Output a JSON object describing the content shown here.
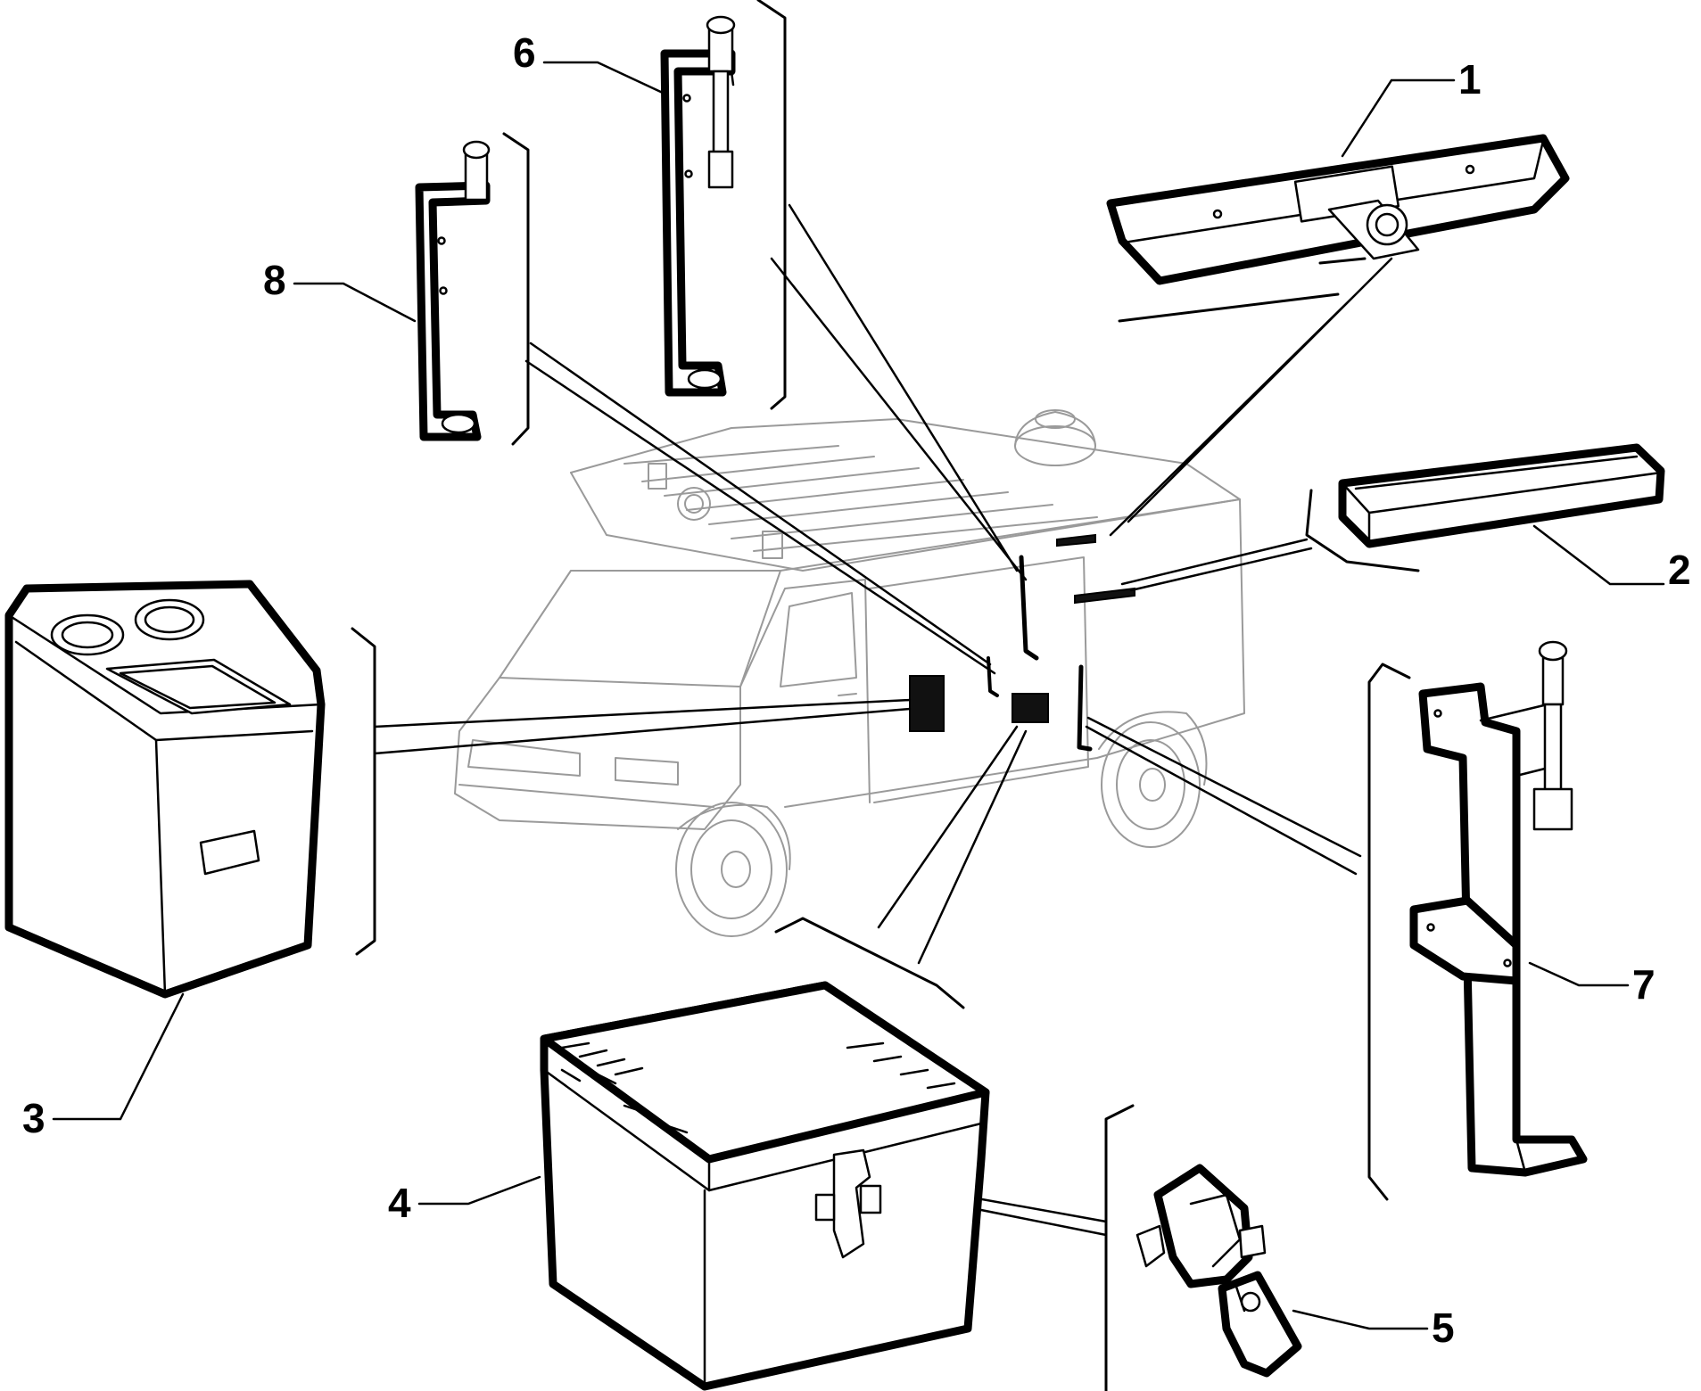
{
  "callouts": [
    {
      "id": "1",
      "label": "1",
      "part": "rail-clamp-bar"
    },
    {
      "id": "2",
      "label": "2",
      "part": "roof-tray"
    },
    {
      "id": "3",
      "label": "3",
      "part": "storage-container"
    },
    {
      "id": "4",
      "label": "4",
      "part": "tool-box"
    },
    {
      "id": "5",
      "label": "5",
      "part": "box-latch"
    },
    {
      "id": "6",
      "label": "6",
      "part": "long-c-bracket"
    },
    {
      "id": "7",
      "label": "7",
      "part": "double-arm-bracket"
    },
    {
      "id": "8",
      "label": "8",
      "part": "short-c-bracket"
    }
  ],
  "icons": {
    "van": "van-icon",
    "clamp_bar": "clamp-bar-icon",
    "tray": "tray-icon",
    "container": "container-icon",
    "tool_box": "tool-box-icon",
    "latch": "latch-icon",
    "bracket": "bracket-icon"
  },
  "colors": {
    "ink": "#000000",
    "van_outline": "#9a9a9a",
    "background": "#ffffff"
  }
}
